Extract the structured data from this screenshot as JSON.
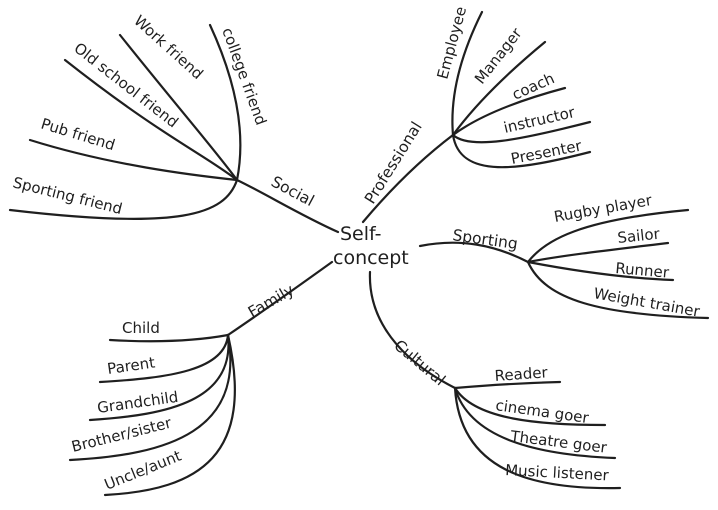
{
  "center": {
    "line1": "Self-",
    "line2": "concept"
  },
  "branches": {
    "social": {
      "label": "Social",
      "leaves": [
        "Work friend",
        "college friend",
        "Old school friend",
        "Pub friend",
        "Sporting friend"
      ]
    },
    "professional": {
      "label": "Professional",
      "leaves": [
        "Employee",
        "Manager",
        "coach",
        "instructor",
        "Presenter"
      ]
    },
    "sporting": {
      "label": "Sporting",
      "leaves": [
        "Rugby player",
        "Sailor",
        "Runner",
        "Weight trainer"
      ]
    },
    "family": {
      "label": "Family",
      "leaves": [
        "Child",
        "Parent",
        "Grandchild",
        "Brother/sister",
        "Uncle/aunt"
      ]
    },
    "cultural": {
      "label": "Cultural",
      "leaves": [
        "Reader",
        "cinema goer",
        "Theatre goer",
        "Music listener"
      ]
    }
  }
}
